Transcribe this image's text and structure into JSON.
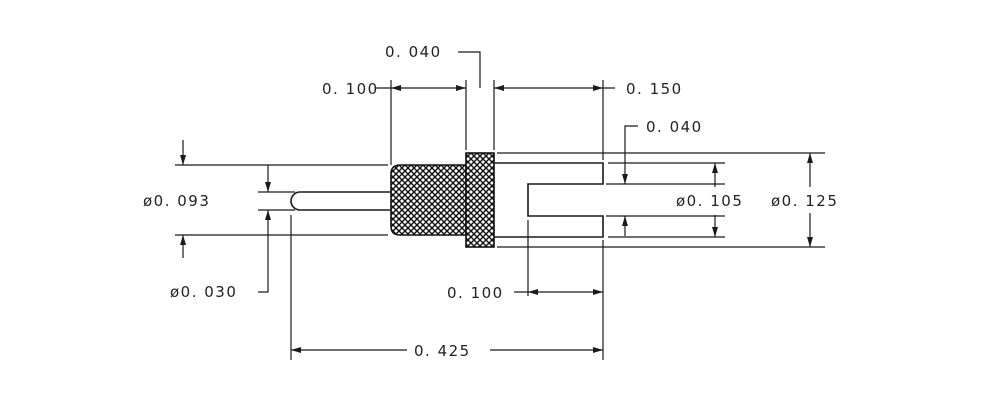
{
  "drawing": {
    "dimensions": {
      "flange_thickness": "0. 040",
      "knurl_length": "0. 100",
      "cup_length": "0. 150",
      "slot_width": "0. 040",
      "pin_body_dia": "ø0. 093",
      "cup_inner_dia": "ø0. 105",
      "cup_outer_dia": "ø0. 125",
      "tip_dia": "ø0. 030",
      "slot_depth": "0. 100",
      "overall_length": "0. 425"
    }
  }
}
